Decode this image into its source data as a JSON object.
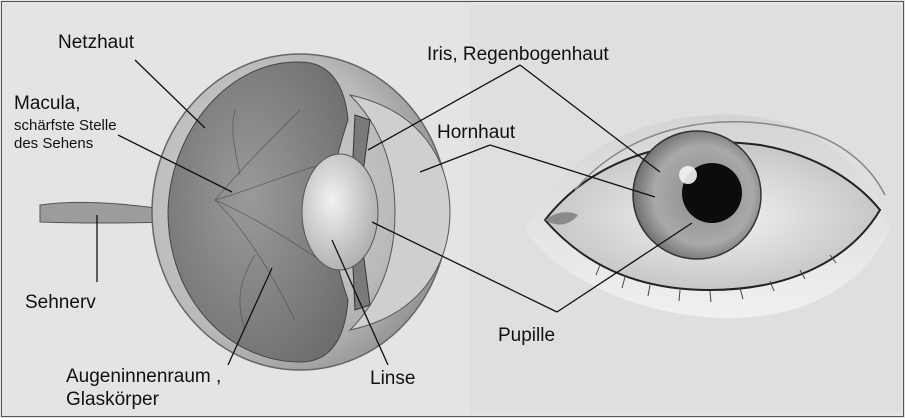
{
  "labels": {
    "netzhaut": "Netzhaut",
    "macula_1": "Macula,",
    "macula_2": "schärfste Stelle",
    "macula_3": "des Sehens",
    "sehnerv": "Sehnerv",
    "augeninnenraum_1": "Augeninnenraum ,",
    "augeninnenraum_2": "Glaskörper",
    "linse": "Linse",
    "iris": "Iris, Regenbogenhaut",
    "hornhaut": "Hornhaut",
    "pupille": "Pupille"
  },
  "colors": {
    "line": "#111111",
    "paper": "#e6e6e6"
  }
}
